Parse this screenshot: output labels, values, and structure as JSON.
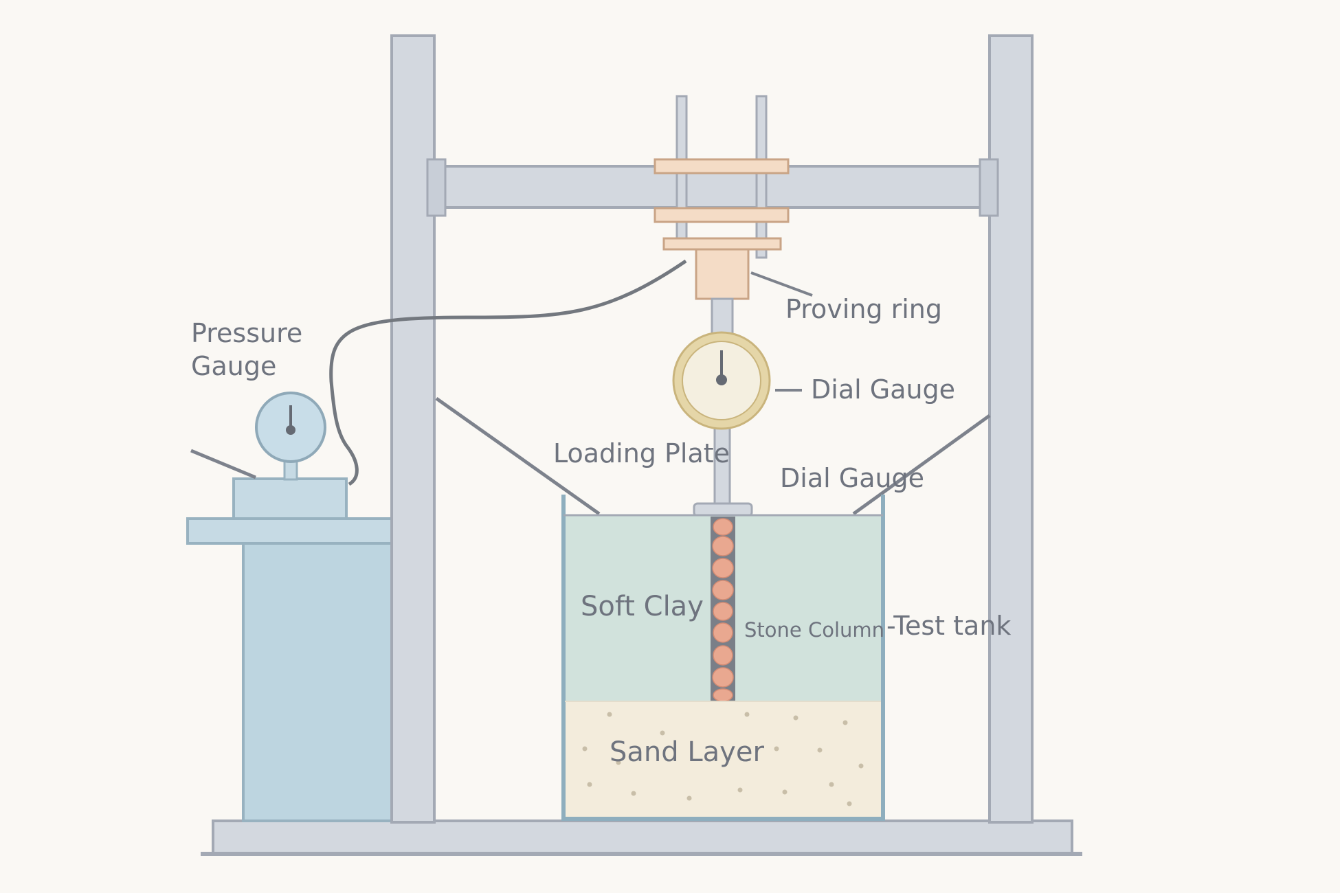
{
  "labels": {
    "pressure_gauge_line1": "Pressure",
    "pressure_gauge_line2": "Gauge",
    "proving_ring": "Proving ring",
    "dial_gauge_upper": "Dial Gauge",
    "loading_plate": "Loading Plate",
    "dial_gauge_lower": "Dial Gauge",
    "soft_clay": "Soft Clay",
    "stone_column": "Stone Column",
    "test_tank": "-Test tank",
    "sand_layer": "Sand Layer"
  },
  "colors": {
    "background": "#faf8f4",
    "frame_fill": "#d3d8df",
    "frame_stroke": "#a3a9b4",
    "pump_fill": "#bdd5e0",
    "pump_stroke": "#98b2c0",
    "plate_fill": "#f4dcc6",
    "plate_stroke": "#c9a486",
    "clay_fill": "#d1e2dc",
    "sand_fill": "#f3ecdc",
    "stone_fill": "#e9a890",
    "dial_rim": "#e5d6a8",
    "dial_face": "#f4efe0",
    "label_text": "#6e737e"
  }
}
